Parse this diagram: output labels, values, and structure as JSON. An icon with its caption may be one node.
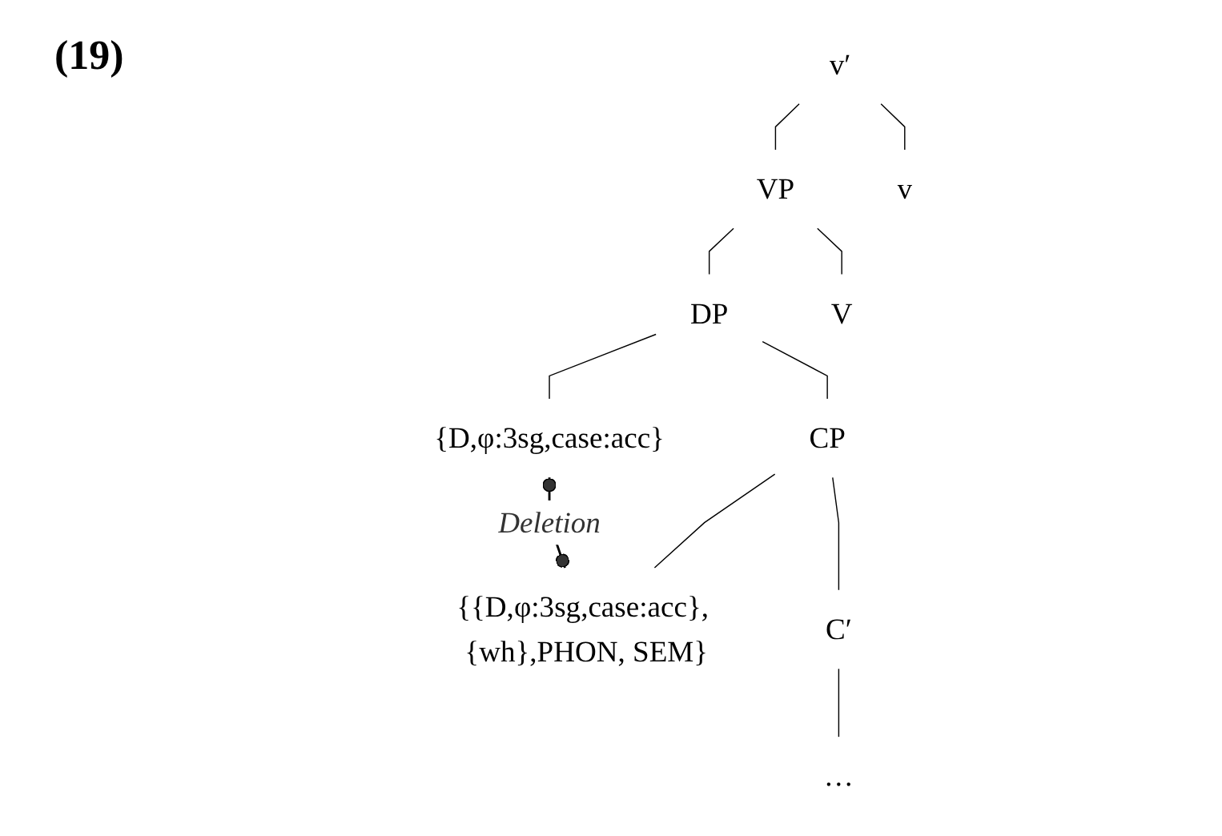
{
  "diagram": {
    "title": "(19)",
    "nodes": [
      {
        "text": [
          "v′"
        ]
      },
      {
        "text": [
          "VP"
        ]
      },
      {
        "text": [
          "v"
        ]
      },
      {
        "text": [
          "DP"
        ]
      },
      {
        "text": [
          "V"
        ]
      },
      {
        "text": [
          "{D,φ:3sg,case:acc}"
        ]
      },
      {
        "text": [
          "CP"
        ]
      },
      {
        "text": [
          "{{D,φ:3sg,case:acc}, {wh},PHON, SEM}"
        ]
      },
      {
        "text": [
          "C′"
        ]
      },
      {
        "text": [
          "…"
        ]
      }
    ],
    "edges": [
      {
        "from": 0,
        "to": 1,
        "arrow": "none"
      },
      {
        "from": 0,
        "to": 2,
        "arrow": "none"
      },
      {
        "from": 1,
        "to": 3,
        "arrow": "none"
      },
      {
        "from": 1,
        "to": 4,
        "arrow": "none"
      },
      {
        "from": 3,
        "to": 5,
        "arrow": "none"
      },
      {
        "from": 3,
        "to": 6,
        "arrow": "none"
      },
      {
        "from": 6,
        "to": 7,
        "arrow": "none"
      },
      {
        "from": 6,
        "to": 8,
        "arrow": "none"
      },
      {
        "from": 8,
        "to": 9,
        "arrow": "none"
      },
      {
        "from": 5,
        "to": 7,
        "arrow": "other",
        "label": "Deletion"
      }
    ]
  }
}
